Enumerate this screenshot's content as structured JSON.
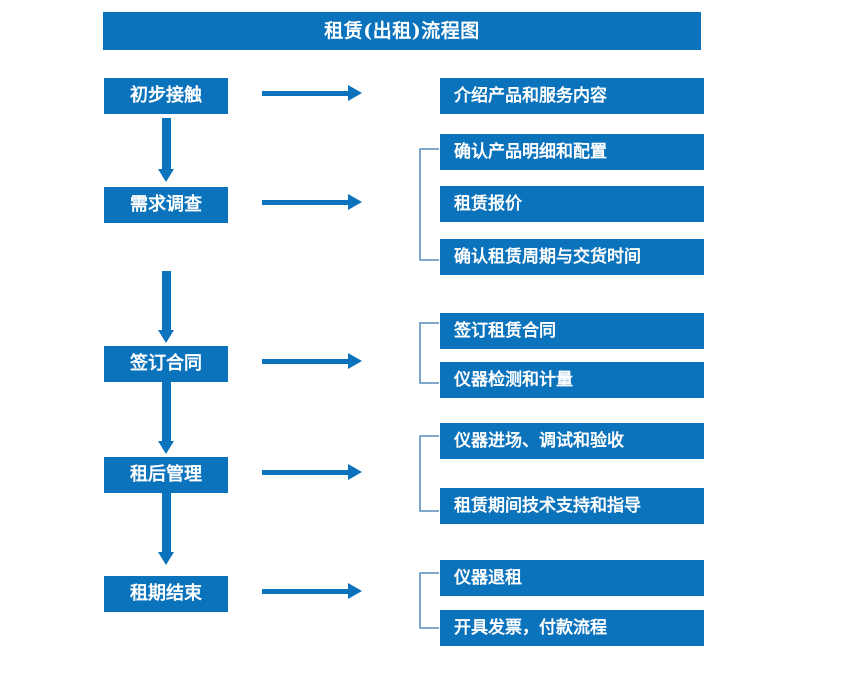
{
  "diagram": {
    "title": "租赁(出租)流程图",
    "colors": {
      "box_blue": "#0B72BC",
      "bracket_blue": "#7FA8CC",
      "text_white": "#FFFFFF",
      "background": "#FFFFFF"
    },
    "stages": [
      {
        "label": "初步接触"
      },
      {
        "label": "需求调查"
      },
      {
        "label": "签订合同"
      },
      {
        "label": "租后管理"
      },
      {
        "label": "租期结束"
      }
    ],
    "details": [
      {
        "label": "介绍产品和服务内容"
      },
      {
        "label": "确认产品明细和配置"
      },
      {
        "label": "租赁报价"
      },
      {
        "label": "确认租赁周期与交货时间"
      },
      {
        "label": "签订租赁合同"
      },
      {
        "label": "仪器检测和计量"
      },
      {
        "label": "仪器进场、调试和验收"
      },
      {
        "label": "租赁期间技术支持和指导"
      },
      {
        "label": "仪器退租"
      },
      {
        "label": "开具发票，付款流程"
      }
    ]
  }
}
